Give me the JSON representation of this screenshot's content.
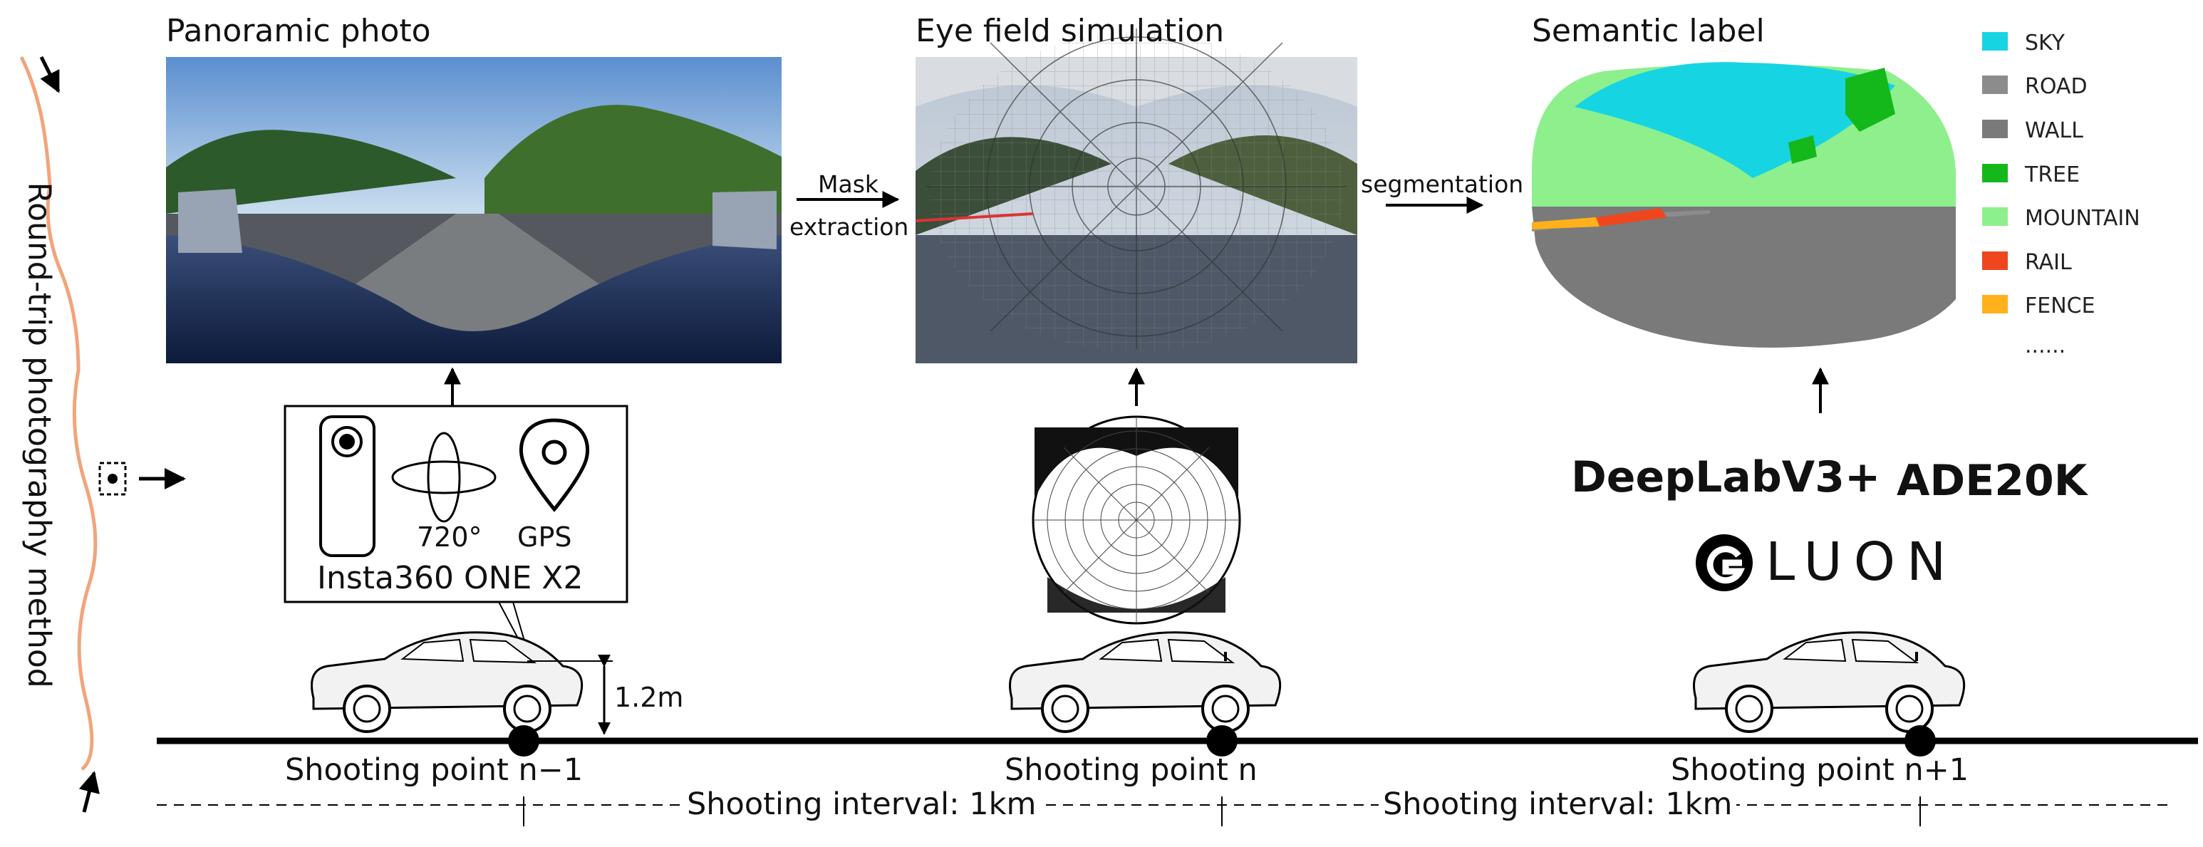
{
  "panels": {
    "panoramic_title": "Panoramic photo",
    "eye_field_title": "Eye field simulation",
    "semantic_title": "Semantic label"
  },
  "arrows": {
    "mask_line1": "Mask",
    "mask_line2": "extraction",
    "segmentation": "segmentation"
  },
  "camera": {
    "name": "Insta360 ONE X2",
    "rotation": "720°",
    "gps": "GPS"
  },
  "car_height": "1.2m",
  "method_label": "Round-trip photography method",
  "models": {
    "network": "DeepLabV3+",
    "dataset": "ADE20K",
    "brand": "LUON"
  },
  "shooting_points": [
    "Shooting point n−1",
    "Shooting point n",
    "Shooting point n+1"
  ],
  "intervals": [
    "Shooting interval: 1km",
    "Shooting interval: 1km"
  ],
  "legend": [
    {
      "label": "SKY",
      "color": "#17d4e3"
    },
    {
      "label": "ROAD",
      "color": "#8c8c8c"
    },
    {
      "label": "WALL",
      "color": "#7a7a7a"
    },
    {
      "label": "TREE",
      "color": "#15b81b"
    },
    {
      "label": "MOUNTAIN",
      "color": "#8df08c"
    },
    {
      "label": "RAIL",
      "color": "#f0461e"
    },
    {
      "label": "FENCE",
      "color": "#ffb01a"
    },
    {
      "label": "......",
      "color": ""
    }
  ]
}
